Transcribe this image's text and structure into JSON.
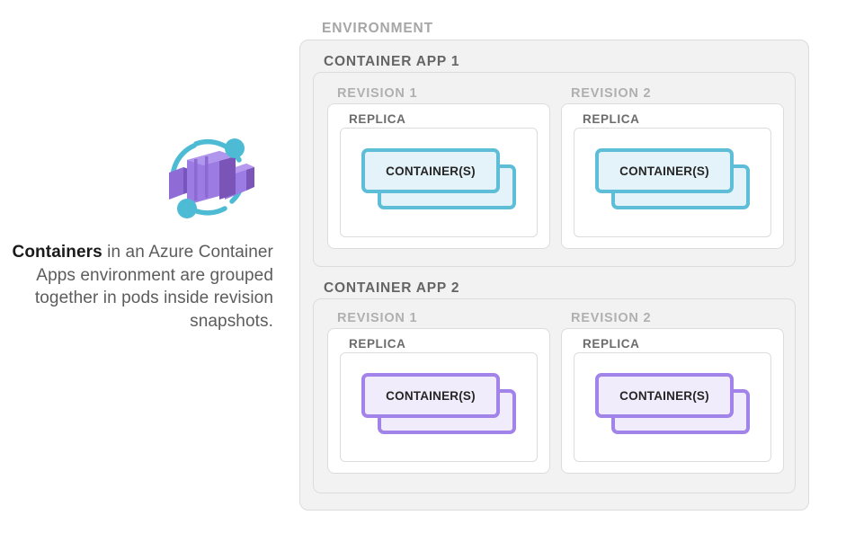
{
  "caption": {
    "bold_word": "Containers",
    "rest": " in an Azure Container Apps environment are grouped together in pods inside revision snapshots."
  },
  "logo": {
    "name": "azure-container-apps-icon",
    "cube_colors": [
      "#8661C5",
      "#9F7BE0",
      "#7B55B8",
      "#A78BE8",
      "#6D48A8"
    ],
    "orbit_color": "#4EBBD5"
  },
  "colors": {
    "environment_bg": "#F2F2F2",
    "environment_border": "#DCDCDC",
    "app_bg": "#F2F2F2",
    "revision_bg": "#FFFFFF",
    "replica_bg": "#FFFFFF",
    "container_blue_border": "#5EBED8",
    "container_blue_fill": "#E4F3F9",
    "container_purple_border": "#A183EA",
    "container_purple_fill": "#F1ECFB",
    "label_env": "#A6A6A6",
    "label_app": "#656565",
    "label_revision": "#B0B0B0",
    "label_replica": "#6B6B6B",
    "caption_text": "#5C5C5C",
    "caption_bold": "#1A1A1A"
  },
  "environment": {
    "label": "ENVIRONMENT",
    "apps": [
      {
        "label": "CONTAINER APP 1",
        "revisions": [
          {
            "label": "REVISION 1",
            "replica": {
              "label": "REPLICA",
              "container_label": "CONTAINER(S)",
              "variant": "blue"
            }
          },
          {
            "label": "REVISION 2",
            "replica": {
              "label": "REPLICA",
              "container_label": "CONTAINER(S)",
              "variant": "blue"
            }
          }
        ]
      },
      {
        "label": "CONTAINER APP 2",
        "revisions": [
          {
            "label": "REVISION 1",
            "replica": {
              "label": "REPLICA",
              "container_label": "CONTAINER(S)",
              "variant": "purple"
            }
          },
          {
            "label": "REVISION 2",
            "replica": {
              "label": "REPLICA",
              "container_label": "CONTAINER(S)",
              "variant": "purple"
            }
          }
        ]
      }
    ]
  }
}
